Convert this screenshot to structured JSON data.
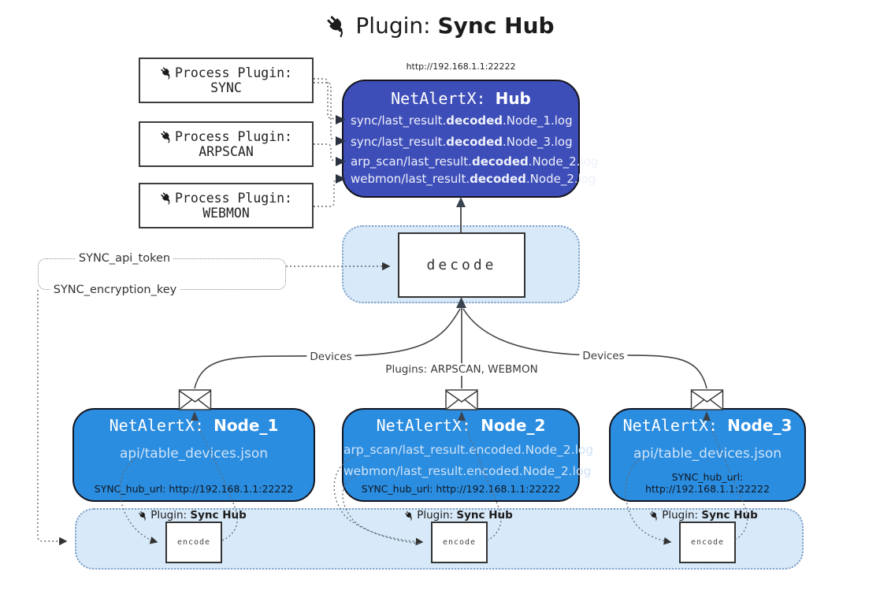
{
  "title": {
    "prefix": "Plugin: ",
    "name": "Sync Hub"
  },
  "hub": {
    "url": "http://192.168.1.1:22222",
    "title_prefix": "NetAlertX: ",
    "title_name": "Hub",
    "files": [
      {
        "pre": "sync/last_result.",
        "bold": "decoded",
        "post": ".Node_1.log"
      },
      {
        "pre": "sync/last_result.",
        "bold": "decoded",
        "post": ".Node_3.log"
      },
      {
        "pre": "arp_scan/last_result.",
        "bold": "decoded",
        "post": ".Node_2.log"
      },
      {
        "pre": "webmon/last_result.",
        "bold": "decoded",
        "post": ".Node_2.log"
      }
    ]
  },
  "process_plugins": [
    {
      "label": "Process Plugin:",
      "name": "SYNC"
    },
    {
      "label": "Process Plugin:",
      "name": "ARPSCAN"
    },
    {
      "label": "Process Plugin:",
      "name": "WEBMON"
    }
  ],
  "decode": {
    "label": "decode"
  },
  "settings": {
    "api_token": "SYNC_api_token",
    "encryption_key": "SYNC_encryption_key"
  },
  "edge_labels": {
    "devices_left": "Devices",
    "plugins_middle": "Plugins: ARPSCAN, WEBMON",
    "devices_right": "Devices"
  },
  "nodes": [
    {
      "title_prefix": "NetAlertX: ",
      "title_name": "Node_1",
      "files": [
        "api/table_devices.json"
      ],
      "hub_url": "SYNC_hub_url: http://192.168.1.1:22222"
    },
    {
      "title_prefix": "NetAlertX: ",
      "title_name": "Node_2",
      "files": [
        "arp_scan/last_result.encoded.Node_2.log",
        "webmon/last_result.encoded.Node_2.log"
      ],
      "hub_url": "SYNC_hub_url: http://192.168.1.1:22222"
    },
    {
      "title_prefix": "NetAlertX: ",
      "title_name": "Node_3",
      "files": [
        "api/table_devices.json"
      ],
      "hub_url": "SYNC_hub_url: http://192.168.1.1:22222"
    }
  ],
  "encoders": {
    "plugin_prefix": "Plugin: ",
    "plugin_name": "Sync Hub",
    "label": "encode"
  },
  "colors": {
    "hub_fill": "#3e4eb8",
    "node_fill": "#2b8de0",
    "panel_fill": "#d8e9f9",
    "panel_border": "#7fa0c4",
    "hub_text": "#eef1fb",
    "node_text": "#cfe3f7",
    "dark_arrow": "#3a4450"
  }
}
